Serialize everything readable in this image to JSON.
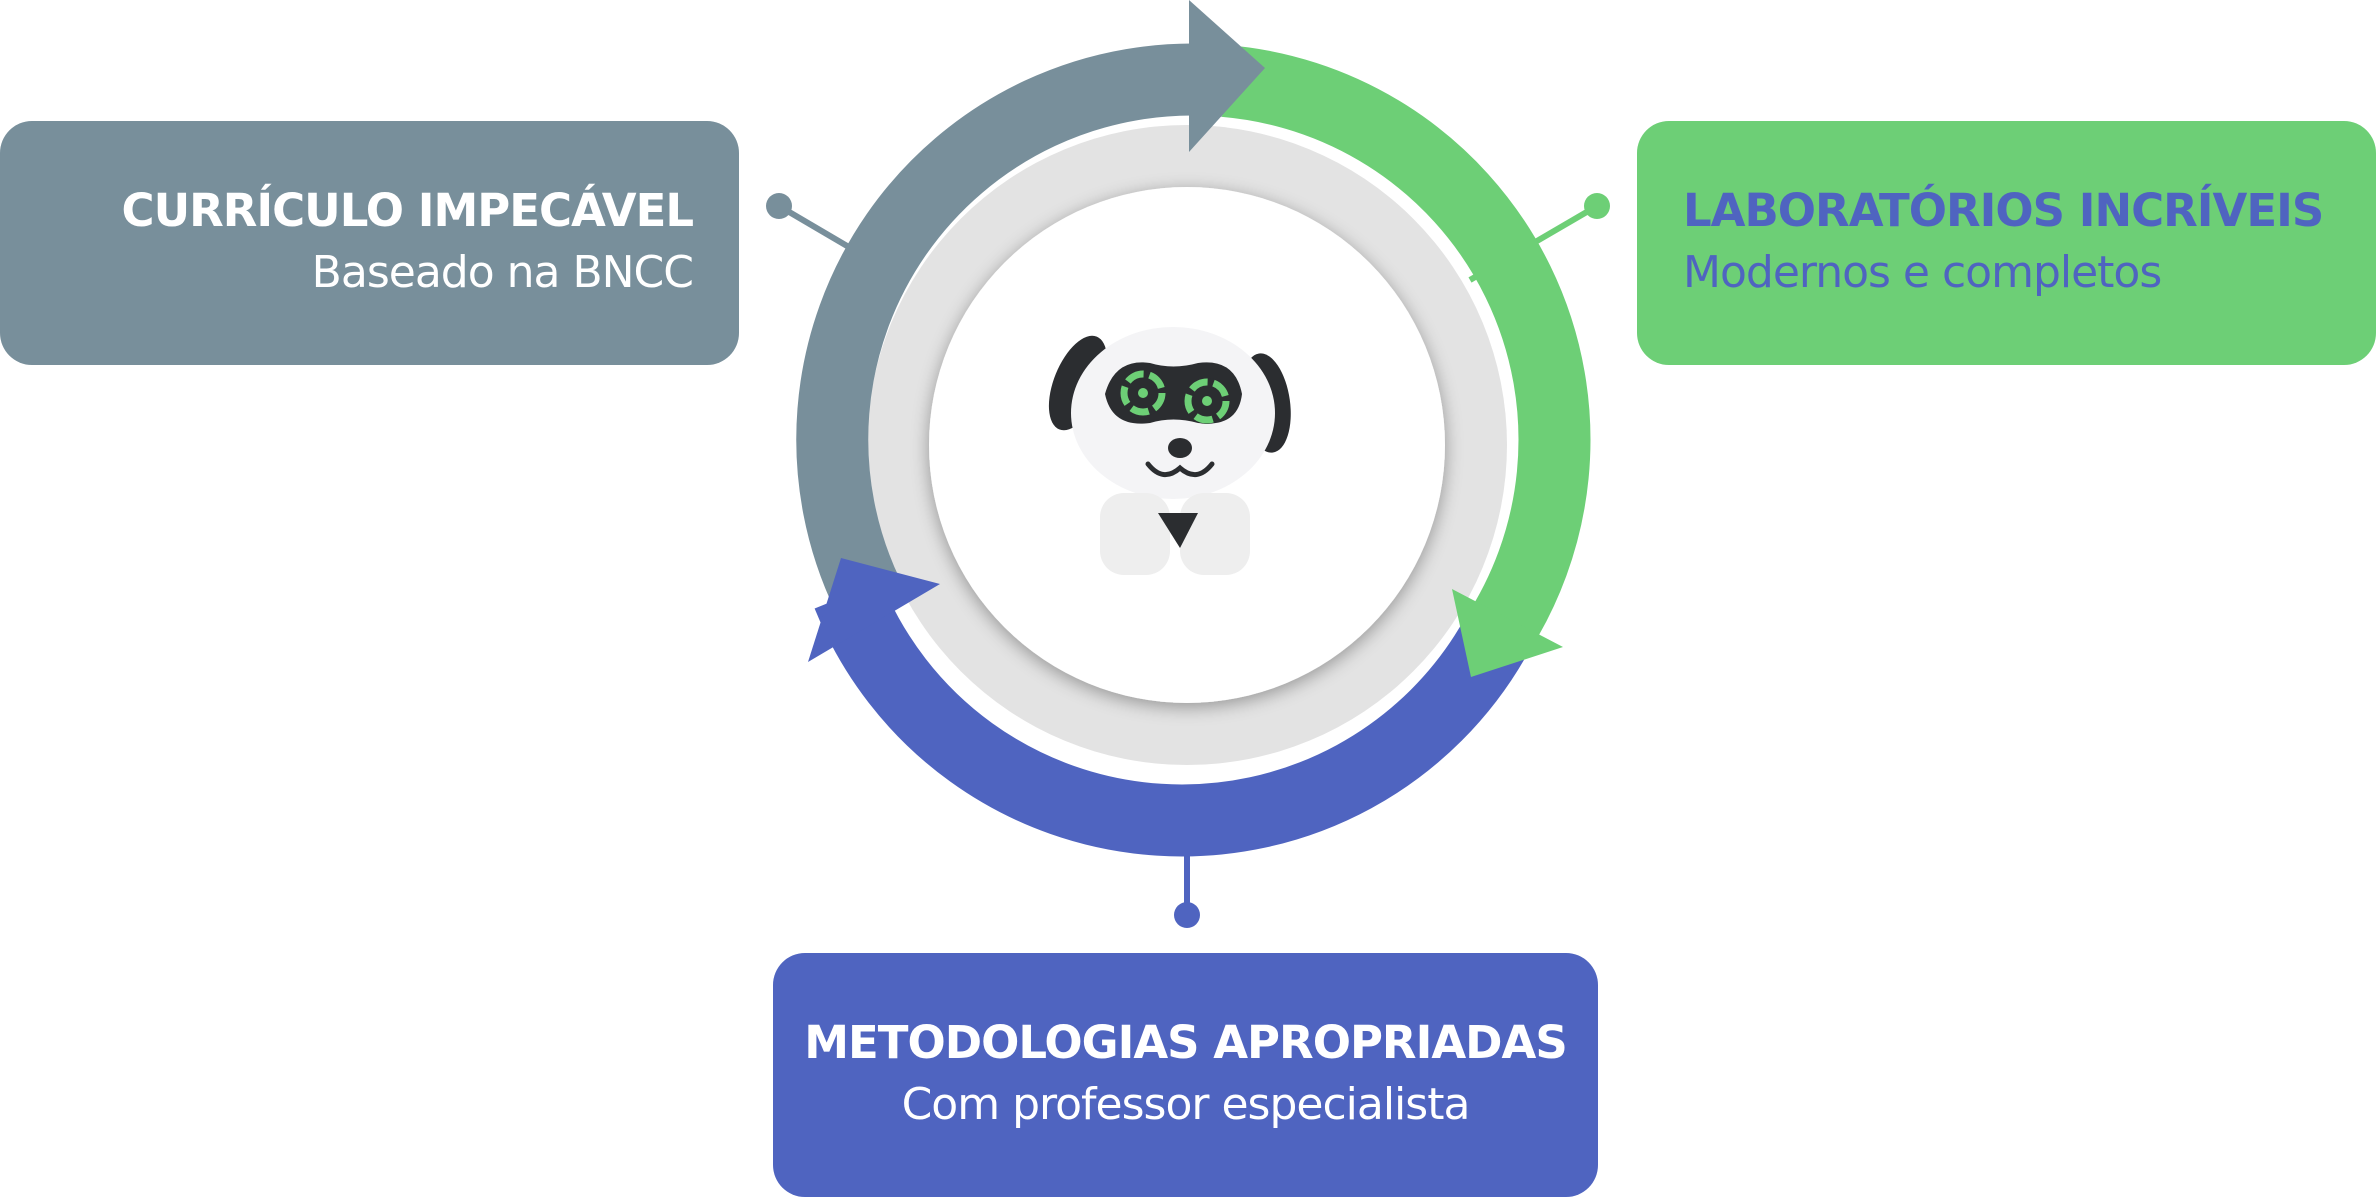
{
  "colors": {
    "gray": "#788f9b",
    "green": "#6dcf76",
    "blue": "#4f64c0",
    "ring_inner": "#e3e3e3",
    "center": "#ffffff",
    "white_text": "#ffffff",
    "blue_text": "#4f64c0"
  },
  "cards": {
    "curriculo": {
      "title": "CURRÍCULO IMPECÁVEL",
      "subtitle": "Baseado na BNCC"
    },
    "laboratorios": {
      "title": "LABORATÓRIOS INCRÍVEIS",
      "subtitle": "Modernos e completos"
    },
    "metodologias": {
      "title": "METODOLOGIAS APROPRIADAS",
      "subtitle": "Com professor especialista"
    }
  },
  "center": {
    "icon": "robot-dog-mascot-icon"
  }
}
